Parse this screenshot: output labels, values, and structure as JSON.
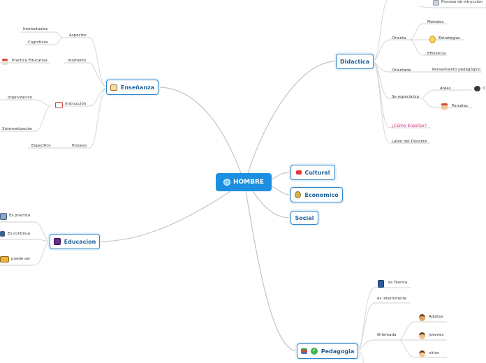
{
  "root": {
    "label": "HOMBRE",
    "icon": "person-icon"
  },
  "topics": {
    "ensenanza": {
      "label": "Enseñanza",
      "icon": "book-icon"
    },
    "didactica": {
      "label": "Didactica"
    },
    "cultural": {
      "label": "Cultural",
      "icon": "100-icon"
    },
    "economico": {
      "label": "Economico",
      "icon": "money-bag-icon"
    },
    "social": {
      "label": "Social"
    },
    "educacion": {
      "label": "Educacion",
      "icon": "purple-square-icon"
    },
    "pedagogia": {
      "label": "Pedagogia",
      "icons": [
        "books-icon",
        "check-icon"
      ]
    }
  },
  "ensenanza": {
    "aspectos": "Aspectos",
    "intelectuales": "Intelectuales",
    "cognitivos": "Cognitivos",
    "momento": "momento",
    "practica": "Practica Educativa",
    "instruccion": "Instrucción",
    "organizacion": "organizacion",
    "sistematizacion": "Sistematización",
    "proceso": "Proceso",
    "especifico": "Especifico"
  },
  "didactica": {
    "proceso_instruccion": "Proceso de intruccion",
    "orienta": "Orienta",
    "metodos": "Metodos",
    "estrategias": "Estrategias",
    "eficiencia": "Eficiencia",
    "orientada": "Orientada",
    "pensamiento": "Pensamiento pedagógico",
    "especializa": "Se especializa",
    "areas": "Areas",
    "areas_child": "C",
    "percelas": "Percelas",
    "como": "¿Cómo Enseñar?",
    "labor": "Labor del Docente"
  },
  "educacion": {
    "practica": "Es practica",
    "continua": "Es continua",
    "puede": "puede ser"
  },
  "pedagogia": {
    "teorica": "es Teorica",
    "intermitente": "es intermitente",
    "orientada": "Orientada",
    "adultos": "Adultos",
    "jovenes": "jovenes",
    "ninos": "niños"
  },
  "colors": {
    "accent": "#1d8fe0",
    "border": "#2f86c9",
    "text": "#1f5f99",
    "link": "#bdbdbd",
    "pink": "#d6237a"
  }
}
